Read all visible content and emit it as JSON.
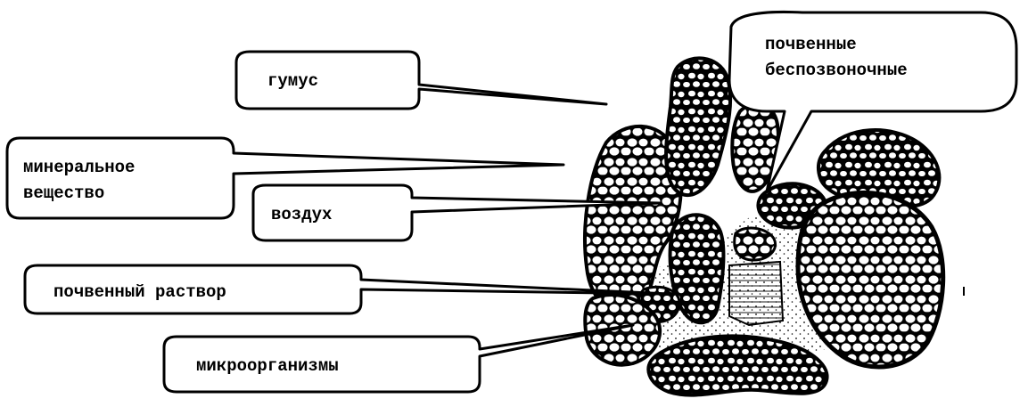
{
  "diagram": {
    "callouts": [
      {
        "id": "humus",
        "lines": [
          "гумус"
        ]
      },
      {
        "id": "invertebrates",
        "lines": [
          "почвенные",
          "беспозвоночные"
        ]
      },
      {
        "id": "mineral",
        "lines": [
          "минеральное",
          "вещество"
        ]
      },
      {
        "id": "air",
        "lines": [
          "воздух"
        ]
      },
      {
        "id": "solution",
        "lines": [
          "почвенный раствор"
        ]
      },
      {
        "id": "microorganisms",
        "lines": [
          "микроорганизмы"
        ]
      }
    ]
  }
}
